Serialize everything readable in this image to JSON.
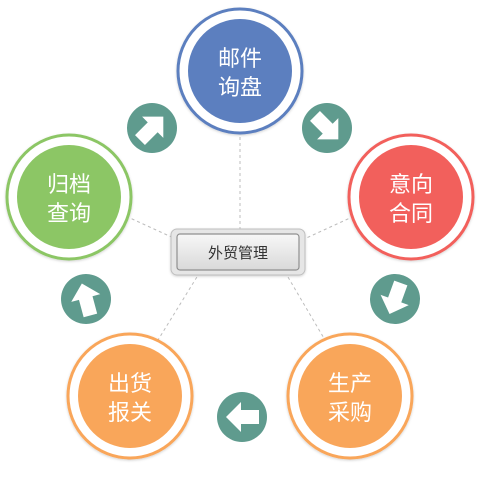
{
  "center": {
    "label": "外贸管理"
  },
  "nodes": [
    {
      "id": "mail-inquiry",
      "line1": "邮件",
      "line2": "询盘",
      "color": "#5b7fbf"
    },
    {
      "id": "intent-contract",
      "line1": "意向",
      "line2": "合同",
      "color": "#f2615c"
    },
    {
      "id": "production-purchase",
      "line1": "生产",
      "line2": "采购",
      "color": "#f9a65a"
    },
    {
      "id": "shipping-customs",
      "line1": "出货",
      "line2": "报关",
      "color": "#f9a65a"
    },
    {
      "id": "archive-query",
      "line1": "归档",
      "line2": "查询",
      "color": "#8cc665"
    }
  ],
  "colors": {
    "ring": "#ffffff",
    "arrow": "#5f9b8e",
    "center_border": "#9e9e9e"
  },
  "icons": {
    "flow_arrow": "flow-arrow-icon"
  }
}
